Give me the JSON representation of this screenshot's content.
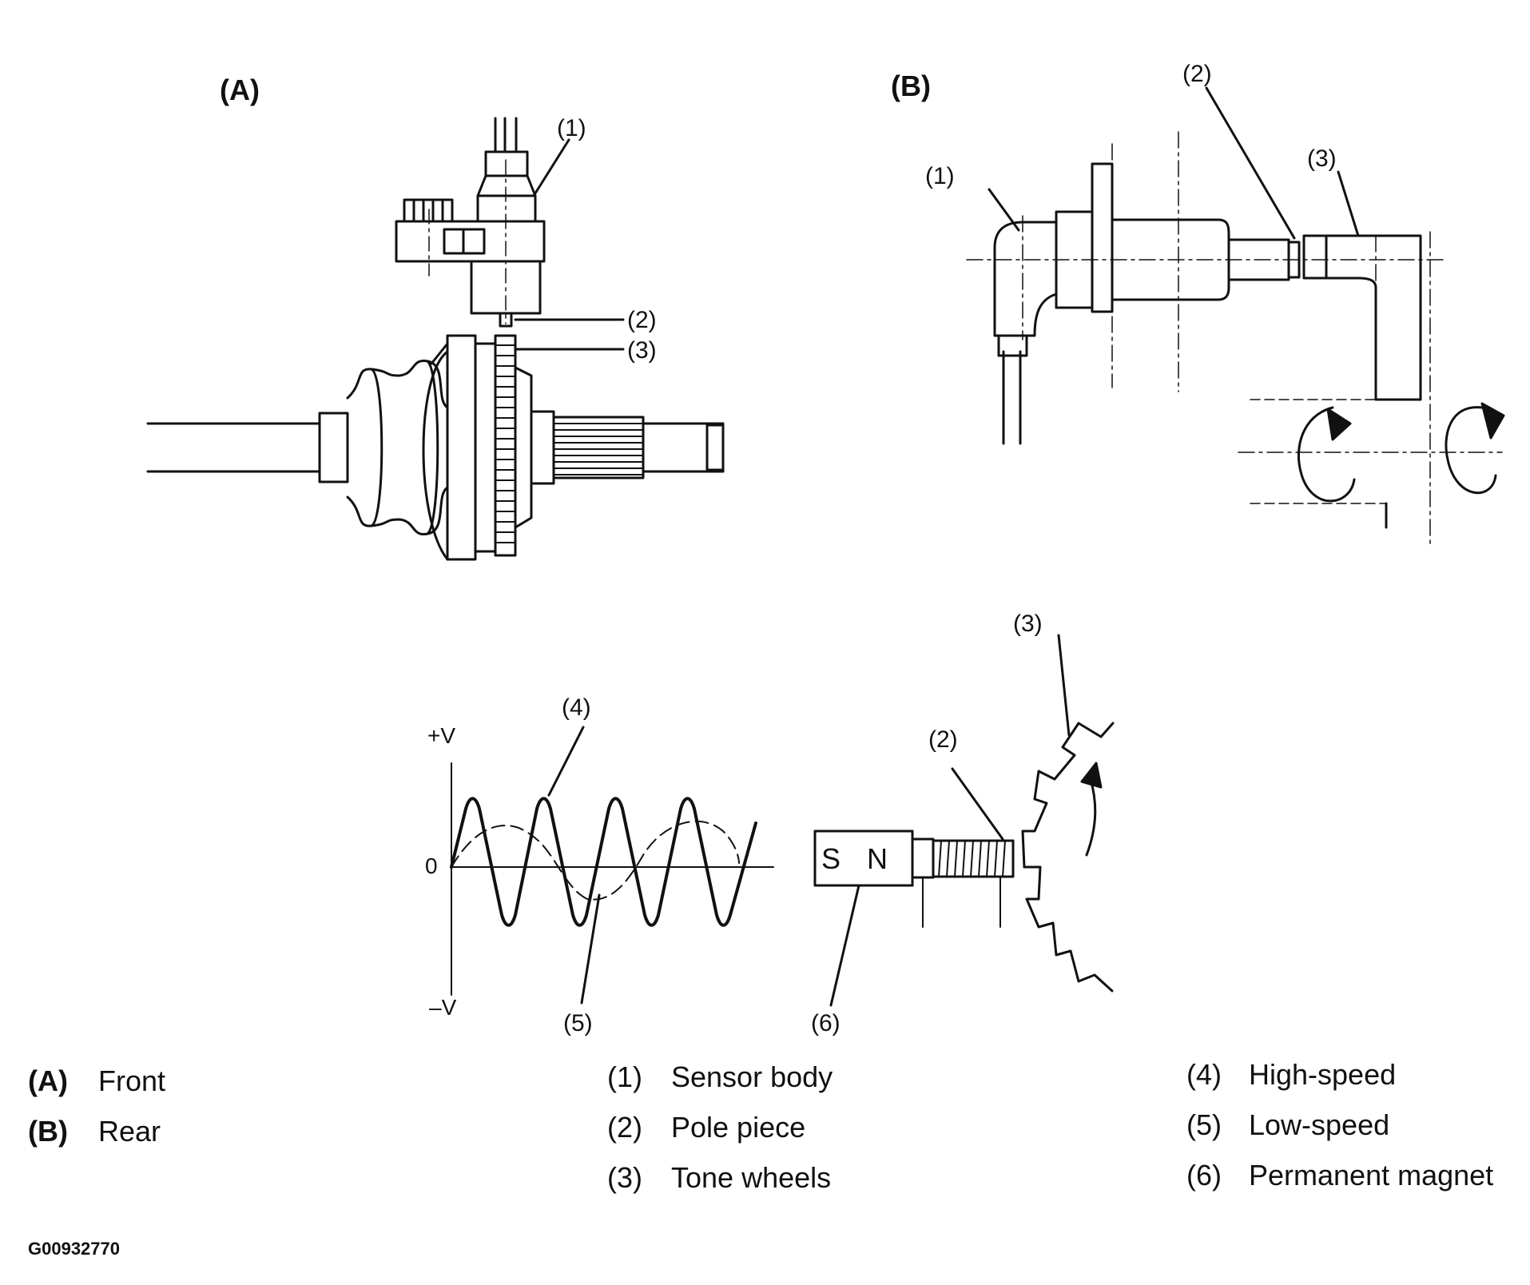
{
  "panels": {
    "a": "(A)",
    "b": "(B)"
  },
  "callouts": {
    "a1": "(1)",
    "a2": "(2)",
    "a3": "(3)",
    "b1": "(1)",
    "b2": "(2)",
    "b3": "(3)",
    "c2": "(2)",
    "c3": "(3)",
    "c4": "(4)",
    "c5": "(5)",
    "c6": "(6)"
  },
  "waveform_axis": {
    "plus": "+V",
    "zero": "0",
    "minus": "–V"
  },
  "magnet": {
    "south": "S",
    "north": "N"
  },
  "legend": [
    {
      "key": "(A)",
      "text": "Front"
    },
    {
      "key": "(B)",
      "text": "Rear"
    },
    {
      "key": "(1)",
      "text": "Sensor body"
    },
    {
      "key": "(2)",
      "text": "Pole piece"
    },
    {
      "key": "(3)",
      "text": "Tone wheels"
    },
    {
      "key": "(4)",
      "text": "High-speed"
    },
    {
      "key": "(5)",
      "text": "Low-speed"
    },
    {
      "key": "(6)",
      "text": "Permanent magnet"
    }
  ],
  "figure_code": "G00932770",
  "colors": {
    "ink": "#111111",
    "paper": "#ffffff"
  }
}
